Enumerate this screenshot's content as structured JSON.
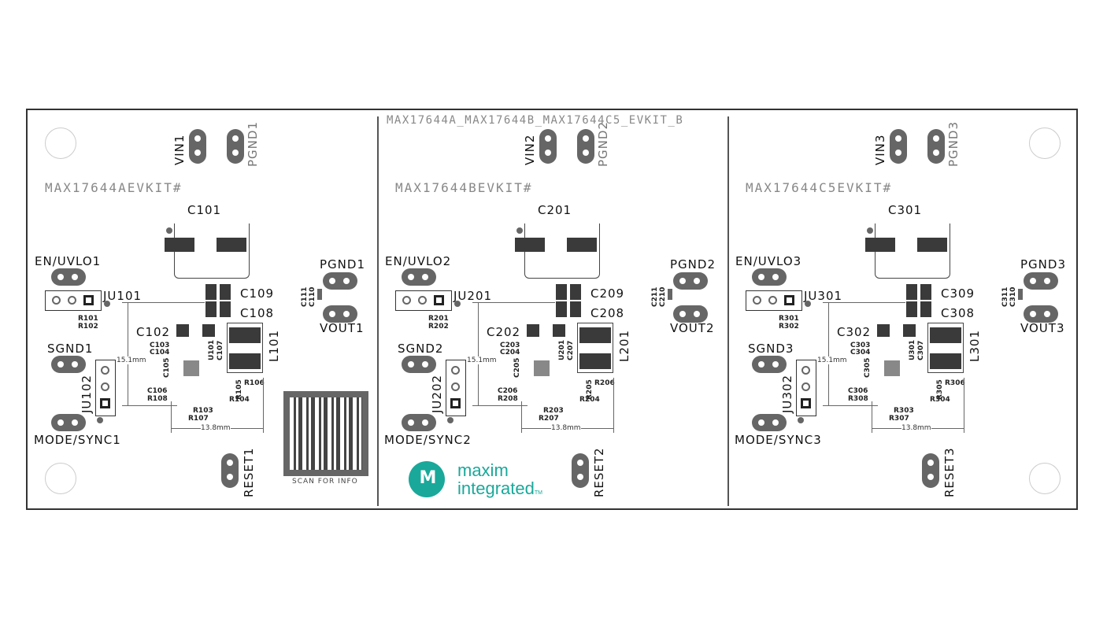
{
  "board": {
    "title": "MAX17644A_MAX17644B_MAX17644C5_EVKIT_B",
    "qr_caption": "SCAN FOR INFO",
    "logo": {
      "line1": "maxim",
      "line2": "integrated",
      "tm": "TM"
    },
    "colors": {
      "outline": "#333333",
      "silk": "#666666",
      "brand": "#1aa89a"
    }
  },
  "sections": [
    {
      "kit": "MAX17644AEVKIT#",
      "vin": "VIN1",
      "pgnd_top": "PGND1",
      "cin": "C101",
      "en": "EN/UVLO1",
      "ju_a": "JU101",
      "r1": "R101",
      "r2": "R102",
      "c_out_a": "C109",
      "c_out_b": "C108",
      "pgnd_r": "PGND1",
      "vout": "VOUT1",
      "c_small_a": "C111",
      "c_small_b": "C110",
      "c_main": "C102",
      "c_a": "C103",
      "c_b": "C104",
      "c_c": "C105",
      "u": "U101",
      "c_d": "C107",
      "ind": "L101",
      "sgnd": "SGND1",
      "ju_b": "JU102",
      "c_e": "C106",
      "r3": "R108",
      "r4": "R105",
      "r5": "R106",
      "r6": "R104",
      "r7": "R103",
      "r8": "R107",
      "mode": "MODE/SYNC1",
      "reset": "RESET1",
      "dim_v": "15.1mm",
      "dim_h": "13.8mm"
    },
    {
      "kit": "MAX17644BEVKIT#",
      "vin": "VIN2",
      "pgnd_top": "PGND2",
      "cin": "C201",
      "en": "EN/UVLO2",
      "ju_a": "JU201",
      "r1": "R201",
      "r2": "R202",
      "c_out_a": "C209",
      "c_out_b": "C208",
      "pgnd_r": "PGND2",
      "vout": "VOUT2",
      "c_small_a": "C211",
      "c_small_b": "C210",
      "c_main": "C202",
      "c_a": "C203",
      "c_b": "C204",
      "c_c": "C205",
      "u": "U201",
      "c_d": "C207",
      "ind": "L201",
      "sgnd": "SGND2",
      "ju_b": "JU202",
      "c_e": "C206",
      "r3": "R208",
      "r4": "R205",
      "r5": "R206",
      "r6": "R204",
      "r7": "R203",
      "r8": "R207",
      "mode": "MODE/SYNC2",
      "reset": "RESET2",
      "dim_v": "15.1mm",
      "dim_h": "13.8mm"
    },
    {
      "kit": "MAX17644C5EVKIT#",
      "vin": "VIN3",
      "pgnd_top": "PGND3",
      "cin": "C301",
      "en": "EN/UVLO3",
      "ju_a": "JU301",
      "r1": "R301",
      "r2": "R302",
      "c_out_a": "C309",
      "c_out_b": "C308",
      "pgnd_r": "PGND3",
      "vout": "VOUT3",
      "c_small_a": "C311",
      "c_small_b": "C310",
      "c_main": "C302",
      "c_a": "C303",
      "c_b": "C304",
      "c_c": "C305",
      "u": "U301",
      "c_d": "C307",
      "ind": "L301",
      "sgnd": "SGND3",
      "ju_b": "JU302",
      "c_e": "C306",
      "r3": "R308",
      "r4": "R305",
      "r5": "R306",
      "r6": "R304",
      "r7": "R303",
      "r8": "R307",
      "mode": "MODE/SYNC3",
      "reset": "RESET3",
      "dim_v": "15.1mm",
      "dim_h": "13.8mm"
    }
  ]
}
